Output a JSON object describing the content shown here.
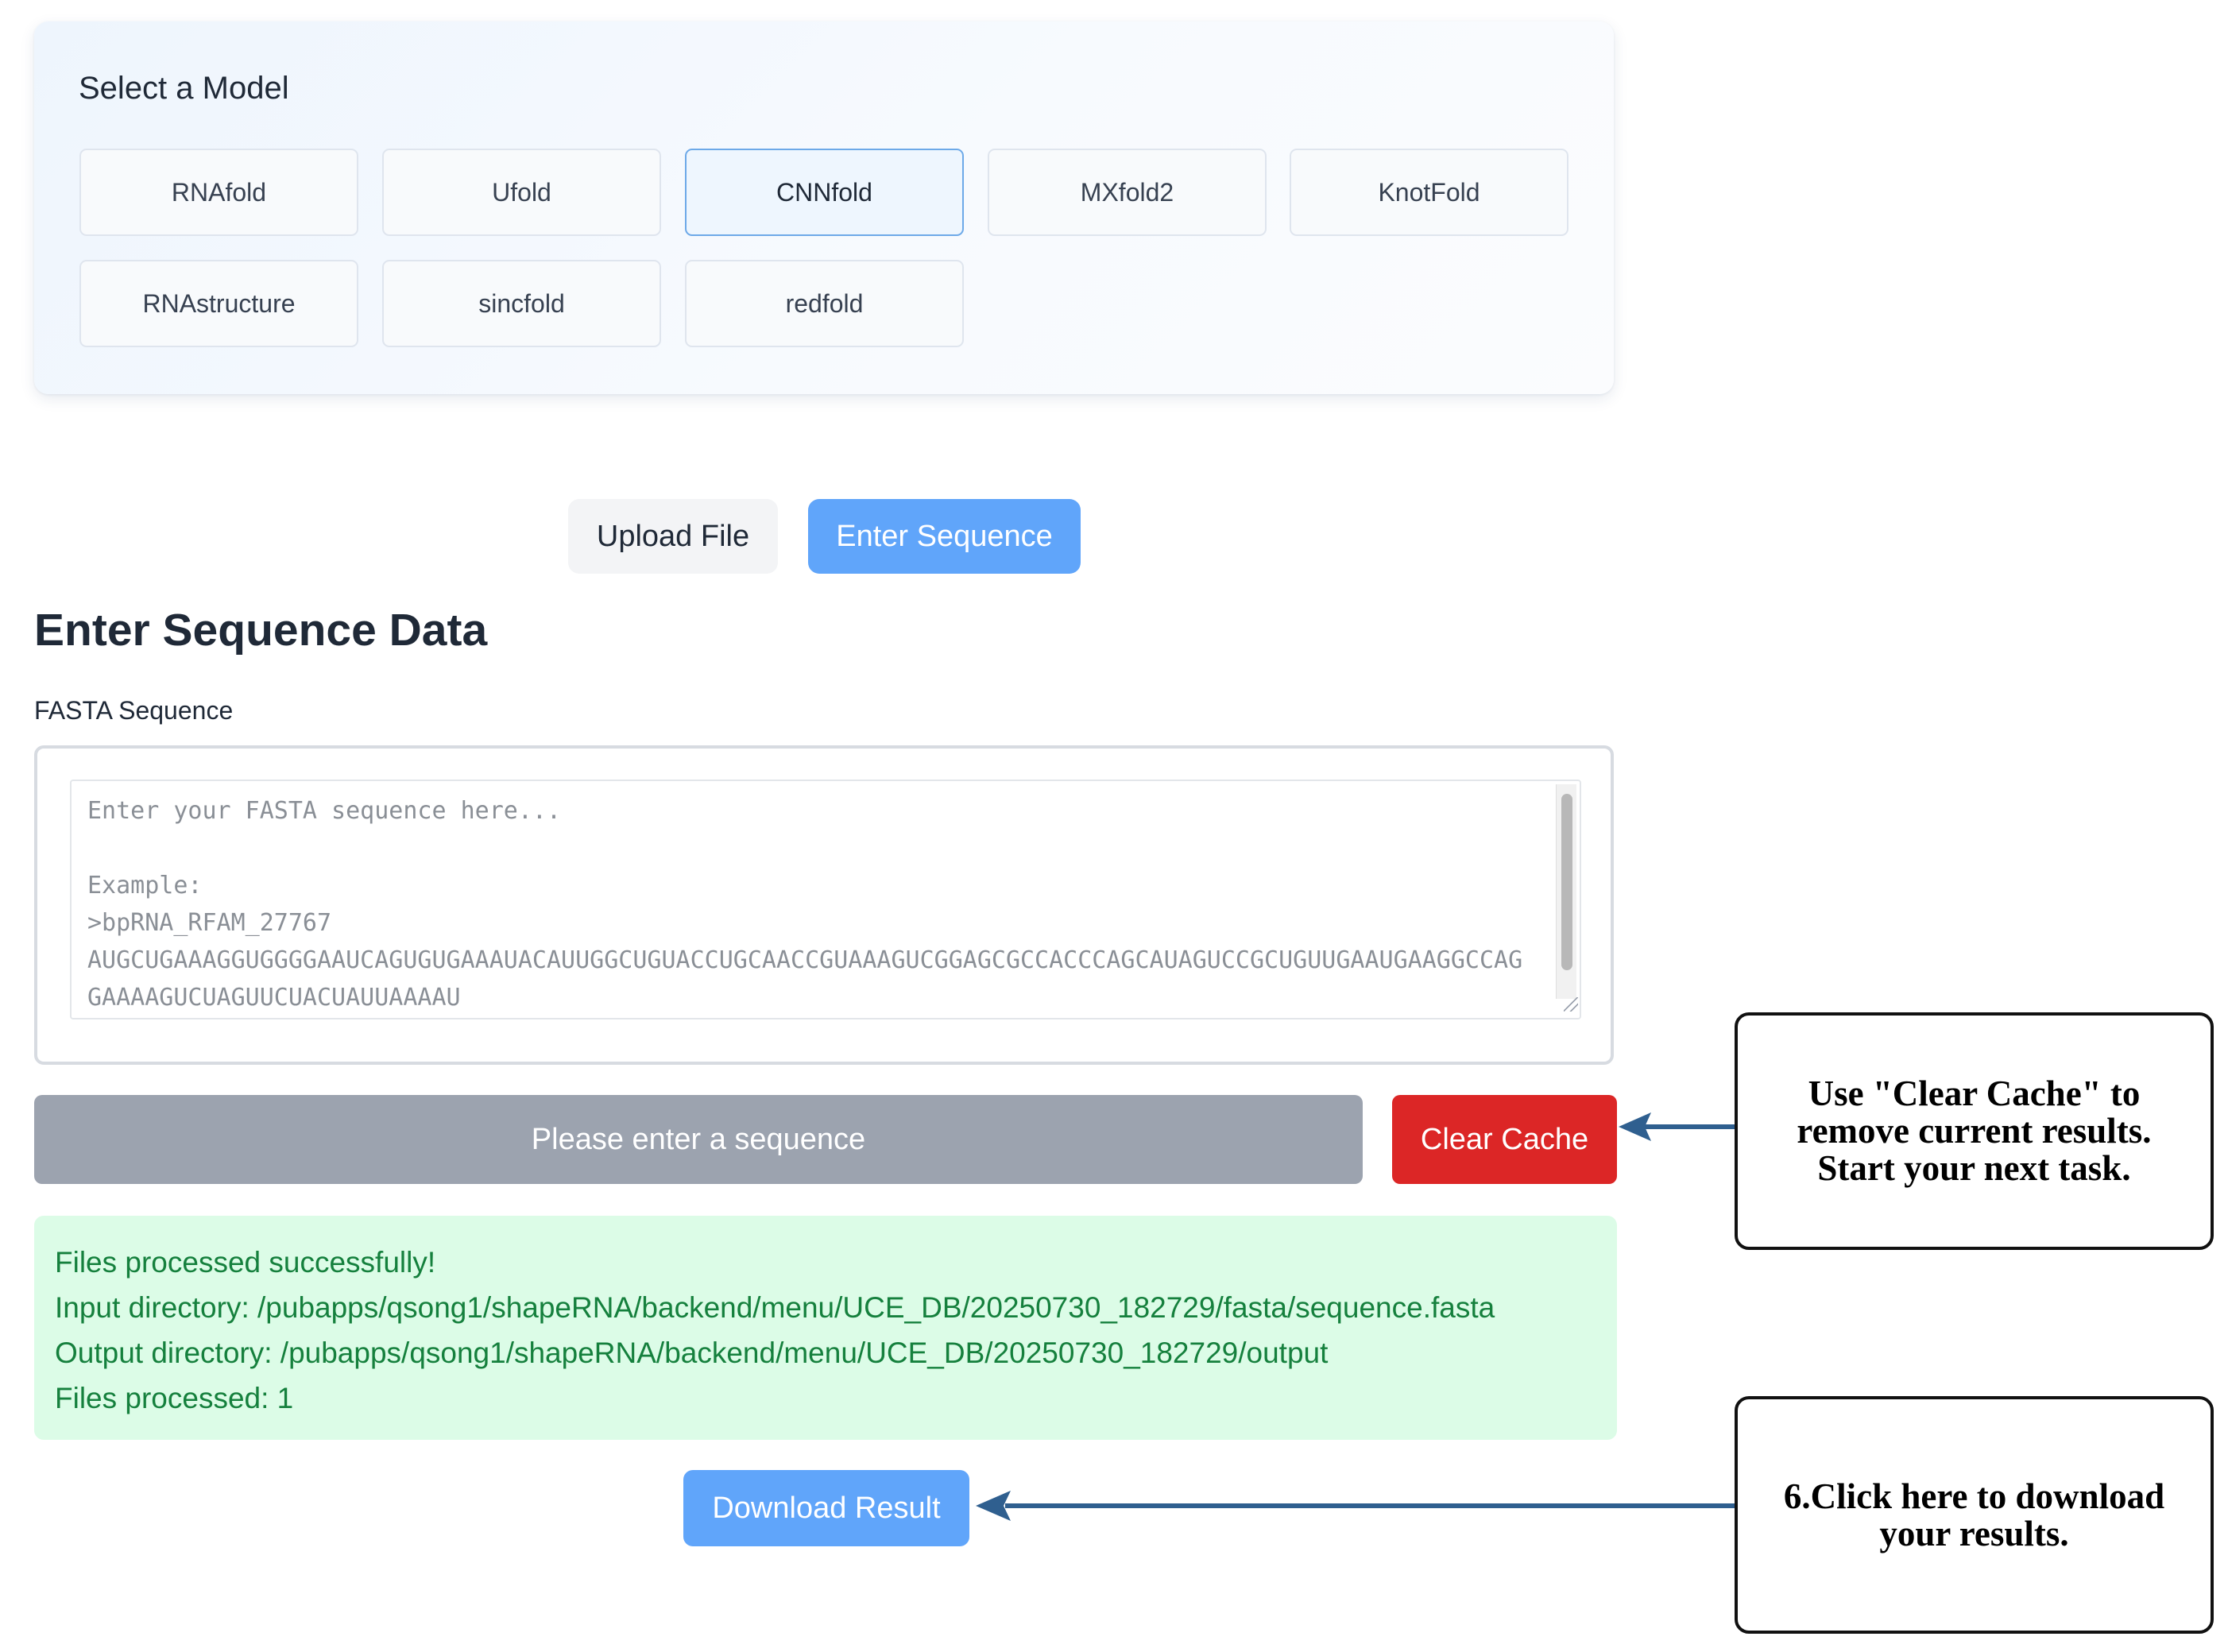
{
  "model_selector": {
    "title": "Select a Model",
    "models": [
      "RNAfold",
      "Ufold",
      "CNNfold",
      "MXfold2",
      "KnotFold",
      "RNAstructure",
      "sincfold",
      "redfold"
    ],
    "selected": "CNNfold"
  },
  "input_mode": {
    "upload_label": "Upload File",
    "enter_label": "Enter Sequence",
    "active": "Enter Sequence"
  },
  "sequence_form": {
    "title": "Enter Sequence Data",
    "field_label": "FASTA Sequence",
    "placeholder": "Enter your FASTA sequence here...\n\nExample:\n>bpRNA_RFAM_27767\nAUGCUGAAAGGUGGGGAAUCAGUGUGAAAUACAUUGGCUGUACCUGCAACCGUAAAGUCGGAGCGCCACCCAGCAUAGUCCGCUGUUGAAUGAAGGCCAGGAAAAGUCUAGUUCUACUAUUAAAAU",
    "value": ""
  },
  "actions": {
    "submit_label": "Please enter a sequence",
    "clear_label": "Clear Cache",
    "download_label": "Download Result"
  },
  "status": {
    "lines": [
      "Files processed successfully!",
      "Input directory: /pubapps/qsong1/shapeRNA/backend/menu/UCE_DB/20250730_182729/fasta/sequence.fasta",
      "Output directory: /pubapps/qsong1/shapeRNA/backend/menu/UCE_DB/20250730_182729/output",
      "Files processed: 1"
    ]
  },
  "annotations": {
    "clear_cache_note": "Use \"Clear Cache\" to remove current results. Start your next task.",
    "download_note": "6.Click here to download your results."
  },
  "colors": {
    "primary_blue": "#60a5fa",
    "danger_red": "#dc2626",
    "disabled_gray": "#9ca3af",
    "success_bg": "#dcfce7",
    "success_text": "#15803d",
    "arrow": "#2f5f8f"
  }
}
